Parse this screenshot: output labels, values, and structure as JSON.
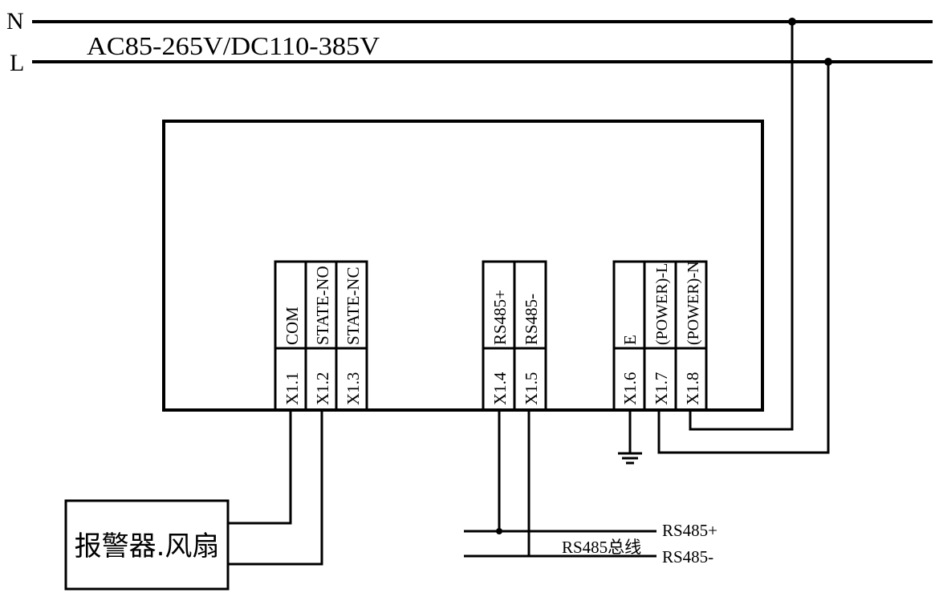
{
  "supply": {
    "n_label": "N",
    "l_label": "L",
    "voltage_label": "AC85-265V/DC110-385V"
  },
  "terminals": [
    {
      "id": "X1.1",
      "signal": "COM"
    },
    {
      "id": "X1.2",
      "signal": "STATE-NO"
    },
    {
      "id": "X1.3",
      "signal": "STATE-NC"
    },
    {
      "id": "X1.4",
      "signal": "RS485+"
    },
    {
      "id": "X1.5",
      "signal": "RS485-"
    },
    {
      "id": "X1.6",
      "signal": "E"
    },
    {
      "id": "X1.7",
      "signal": "(POWER)-L"
    },
    {
      "id": "X1.8",
      "signal": "(POWER)-N"
    }
  ],
  "alarm_device_label": "报警器.风扇",
  "bus": {
    "bus_label": "RS485总线",
    "plus_label": "RS485+",
    "minus_label": "RS485-"
  }
}
